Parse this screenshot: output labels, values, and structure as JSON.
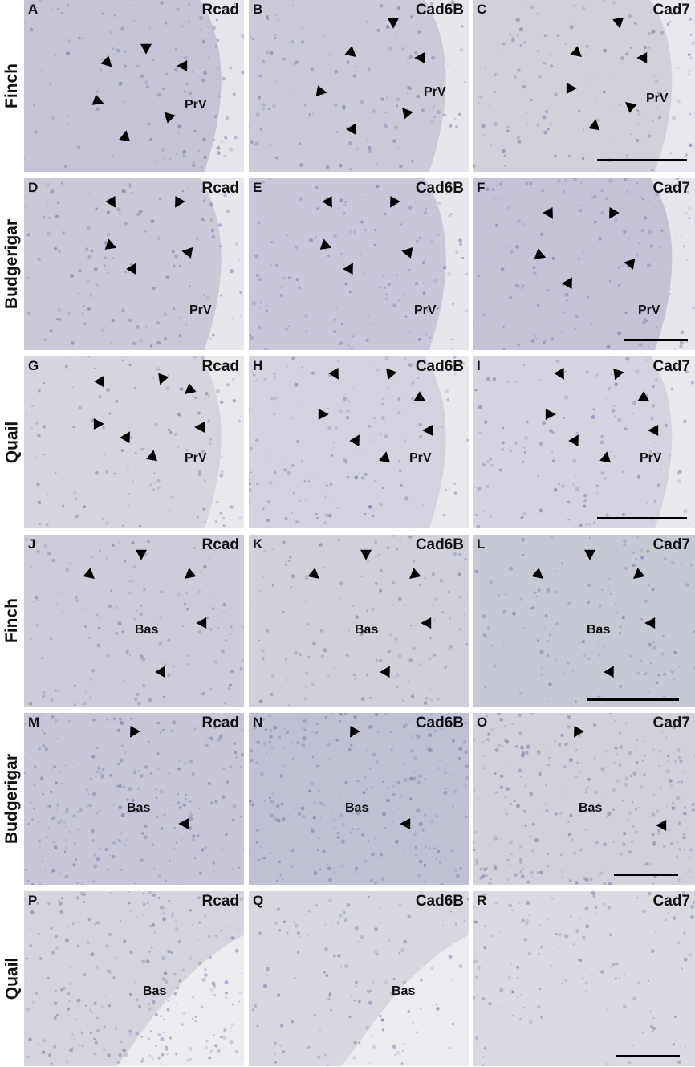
{
  "rows": [
    {
      "label": "Finch",
      "region": "PrV",
      "panels": [
        {
          "letter": "A",
          "gene": "Rcad"
        },
        {
          "letter": "B",
          "gene": "Cad6B"
        },
        {
          "letter": "C",
          "gene": "Cad7"
        }
      ]
    },
    {
      "label": "Budgerigar",
      "region": "PrV",
      "panels": [
        {
          "letter": "D",
          "gene": "Rcad"
        },
        {
          "letter": "E",
          "gene": "Cad6B"
        },
        {
          "letter": "F",
          "gene": "Cad7"
        }
      ]
    },
    {
      "label": "Quail",
      "region": "PrV",
      "panels": [
        {
          "letter": "G",
          "gene": "Rcad"
        },
        {
          "letter": "H",
          "gene": "Cad6B"
        },
        {
          "letter": "I",
          "gene": "Cad7"
        }
      ]
    },
    {
      "label": "Finch",
      "region": "Bas",
      "panels": [
        {
          "letter": "J",
          "gene": "Rcad"
        },
        {
          "letter": "K",
          "gene": "Cad6B"
        },
        {
          "letter": "L",
          "gene": "Cad7"
        }
      ]
    },
    {
      "label": "Budgerigar",
      "region": "Bas",
      "panels": [
        {
          "letter": "M",
          "gene": "Rcad"
        },
        {
          "letter": "N",
          "gene": "Cad6B"
        },
        {
          "letter": "O",
          "gene": "Cad7"
        }
      ]
    },
    {
      "label": "Quail",
      "region": "Bas",
      "panels": [
        {
          "letter": "P",
          "gene": "Rcad"
        },
        {
          "letter": "Q",
          "gene": "Cad6B"
        },
        {
          "letter": "R",
          "gene": "Cad7"
        }
      ]
    }
  ]
}
